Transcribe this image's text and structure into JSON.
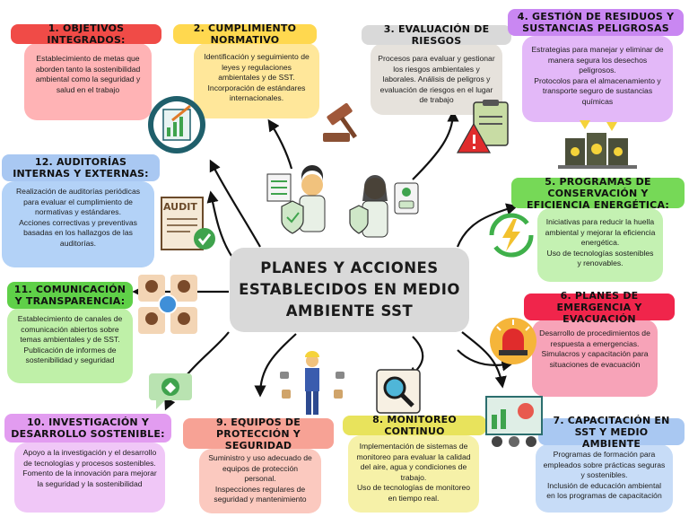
{
  "center_title": "PLANES Y ACCIONES ESTABLECIDOS EN MEDIO AMBIENTE SST",
  "icons": {
    "goal_chart": "target-chart-icon",
    "gavel": "gavel-icon",
    "clipboard_warning": "risk-clipboard-icon",
    "hazardous_barrels": "toxic-barrels-icon",
    "energy": "energy-cycle-icon",
    "alarm": "emergency-siren-icon",
    "training": "training-board-icon",
    "audit": "audit-document-icon",
    "people": "team-communication-icon",
    "eco": "eco-speech-icon",
    "ppe": "worker-ppe-icon",
    "monitor": "magnifier-monitor-icon"
  },
  "colors": {
    "red": "#f04b47",
    "yellow": "#ffd84f",
    "grey": "#d9d9d9",
    "purple": "#c987f2",
    "green": "#76d957",
    "blue": "#a9c8f2"
  },
  "nodes": [
    {
      "title": "1. OBJETIVOS INTEGRADOS:",
      "lines": [
        "Establecimiento de metas que aborden tanto la sostenibilidad ambiental como la seguridad y salud en el trabajo"
      ]
    },
    {
      "title": "2. CUMPLIMIENTO NORMATIVO",
      "lines": [
        "Identificación y seguimiento de leyes y regulaciones ambientales y de SST.",
        "Incorporación de estándares internacionales."
      ]
    },
    {
      "title": "3. EVALUACIÓN DE RIESGOS",
      "lines": [
        "Procesos para evaluar y gestionar los riesgos ambientales y laborales. Análisis de peligros y evaluación de riesgos en el lugar de trabajo"
      ]
    },
    {
      "title": "4. GESTIÓN DE RESIDUOS Y SUSTANCIAS PELIGROSAS",
      "lines": [
        "Estrategias para manejar y eliminar de manera segura los desechos peligrosos.",
        "Protocolos para el almacenamiento y transporte seguro de sustancias químicas"
      ]
    },
    {
      "title": "5. PROGRAMAS DE CONSERVACIÓN Y EFICIENCIA ENERGÉTICA:",
      "lines": [
        "Iniciativas para reducir la huella ambiental y mejorar la eficiencia energética.",
        "Uso de tecnologías sostenibles y renovables."
      ]
    },
    {
      "title": "6. PLANES DE EMERGENCIA Y EVACUACIÓN",
      "lines": [
        "Desarrollo de procedimientos de respuesta a emergencias.",
        "Simulacros y capacitación para situaciones de evacuación"
      ]
    },
    {
      "title": "7. CAPACITACIÓN EN SST Y MEDIO AMBIENTE",
      "lines": [
        "Programas de formación para empleados sobre prácticas seguras y sostenibles.",
        "Inclusión de educación ambiental en los programas de capacitación"
      ]
    },
    {
      "title": "8. MONITOREO CONTINUO",
      "lines": [
        "Implementación de sistemas de monitoreo para evaluar la calidad del aire, agua y condiciones de trabajo.",
        "Uso de tecnologías de monitoreo en tiempo real."
      ]
    },
    {
      "title": "9. EQUIPOS DE PROTECCIÓN Y SEGURIDAD",
      "lines": [
        "Suministro y uso adecuado de equipos de protección personal.",
        "Inspecciones regulares de seguridad y mantenimiento"
      ]
    },
    {
      "title": "10. INVESTIGACIÓN Y DESARROLLO SOSTENIBLE:",
      "lines": [
        "Apoyo a la investigación y el desarrollo de tecnologías y procesos sostenibles.",
        "Fomento de la innovación para mejorar la seguridad y la sostenibilidad"
      ]
    },
    {
      "title": "11. COMUNICACIÓN Y TRANSPARENCIA:",
      "lines": [
        "Establecimiento de canales de comunicación abiertos sobre temas ambientales y de SST.",
        "Publicación de informes de sostenibilidad y seguridad"
      ]
    },
    {
      "title": "12. AUDITORÍAS INTERNAS Y EXTERNAS:",
      "lines": [
        "Realización de auditorías periódicas para evaluar el cumplimiento de normativas y estándares.",
        "Acciones correctivas y preventivas basadas en los hallazgos de las auditorías."
      ]
    }
  ],
  "audit_label": "AUDIT"
}
